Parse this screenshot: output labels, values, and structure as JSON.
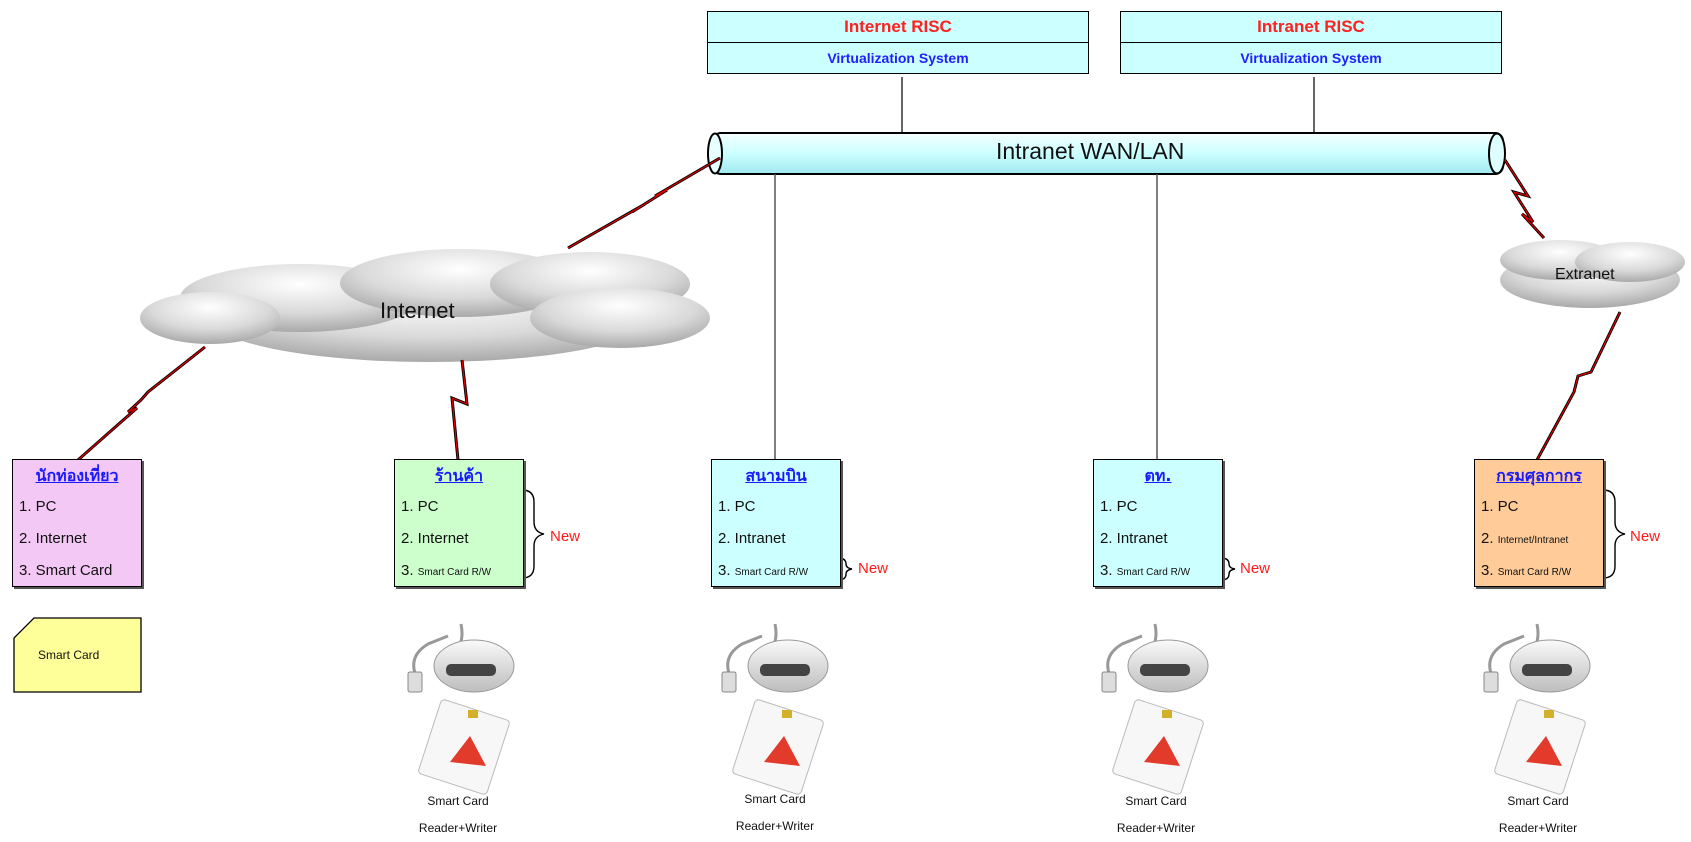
{
  "servers": [
    {
      "title": "Internet RISC",
      "subtitle": "Virtualization System"
    },
    {
      "title": "Intranet RISC",
      "subtitle": "Virtualization System"
    }
  ],
  "backbone": {
    "label": "Intranet WAN/LAN"
  },
  "clouds": {
    "internet": "Internet",
    "extranet": "Extranet"
  },
  "nodes": [
    {
      "title": "นักท่องเที่ยว",
      "items": [
        "1. PC",
        "2. Internet",
        "3. Smart Card"
      ],
      "color": "#f4c8f4"
    },
    {
      "title": "ร้านค้า",
      "items": [
        "1. PC",
        "2. Internet",
        "Smart Card R/W"
      ],
      "color": "#ccffcc",
      "new": "New"
    },
    {
      "title": "สนามบิน",
      "items": [
        "1. PC",
        "2. Intranet",
        "Smart Card R/W"
      ],
      "color": "#ccffff",
      "new": "New"
    },
    {
      "title": "ตท.",
      "items": [
        "1. PC",
        "2. Intranet",
        "Smart Card R/W"
      ],
      "color": "#ccffff",
      "new": "New"
    },
    {
      "title": "กรมศุลกากร",
      "items": [
        "1. PC",
        "Internet/Intranet",
        "Smart Card R/W"
      ],
      "color": "#ffcc99",
      "new": "New"
    }
  ],
  "item_numbers": {
    "two": "2.",
    "three": "3."
  },
  "smart_card_note": {
    "label": "Smart Card",
    "color": "#ffff99"
  },
  "reader_caption": {
    "line1": "Smart Card",
    "line2": "Reader+Writer"
  }
}
